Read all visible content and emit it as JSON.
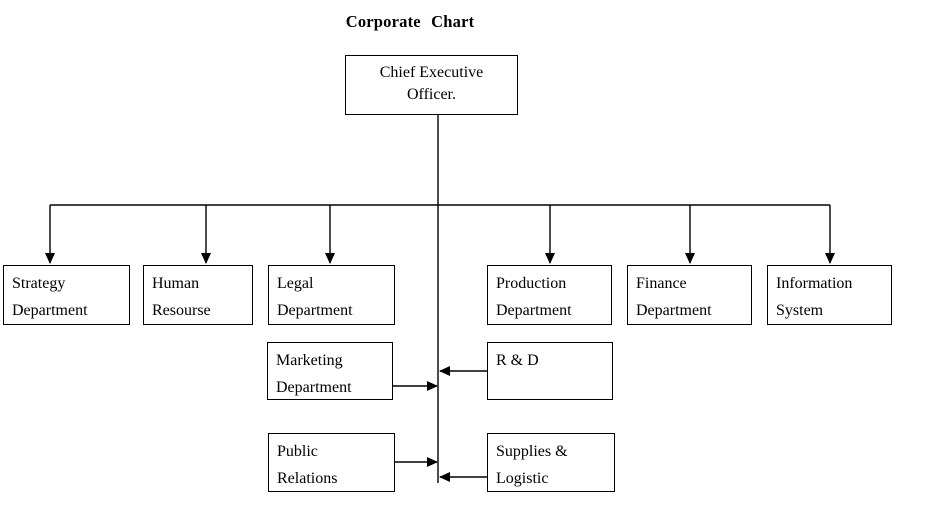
{
  "title": "Corporate Chart",
  "colors": {
    "line": "#000000",
    "text": "#000000",
    "background": "#ffffff"
  },
  "nodes": {
    "ceo": {
      "label": "Chief Executive\nOfficer."
    },
    "strategy": {
      "label": "Strategy\nDepartment"
    },
    "human": {
      "label": "Human\nResourse"
    },
    "legal": {
      "label": "Legal\nDepartment"
    },
    "production": {
      "label": "Production\nDepartment"
    },
    "finance": {
      "label": "Finance\nDepartment"
    },
    "information": {
      "label": "Information\nSystem"
    },
    "marketing": {
      "label": "Marketing\nDepartment"
    },
    "rnd": {
      "label": "R & D"
    },
    "public": {
      "label": "Public\nRelations"
    },
    "supplies": {
      "label": "Supplies &\nLogistic"
    }
  },
  "edges": [
    {
      "from": "ceo",
      "to": "strategy",
      "style": "arrow-down"
    },
    {
      "from": "ceo",
      "to": "human",
      "style": "arrow-down"
    },
    {
      "from": "ceo",
      "to": "legal",
      "style": "arrow-down"
    },
    {
      "from": "ceo",
      "to": "production",
      "style": "arrow-down"
    },
    {
      "from": "ceo",
      "to": "finance",
      "style": "arrow-down"
    },
    {
      "from": "ceo",
      "to": "information",
      "style": "arrow-down"
    },
    {
      "from": "marketing",
      "to": "ceo-trunk",
      "style": "arrow-right"
    },
    {
      "from": "rnd",
      "to": "ceo-trunk",
      "style": "arrow-left"
    },
    {
      "from": "public",
      "to": "ceo-trunk",
      "style": "arrow-right"
    },
    {
      "from": "supplies",
      "to": "ceo-trunk",
      "style": "arrow-left"
    }
  ]
}
